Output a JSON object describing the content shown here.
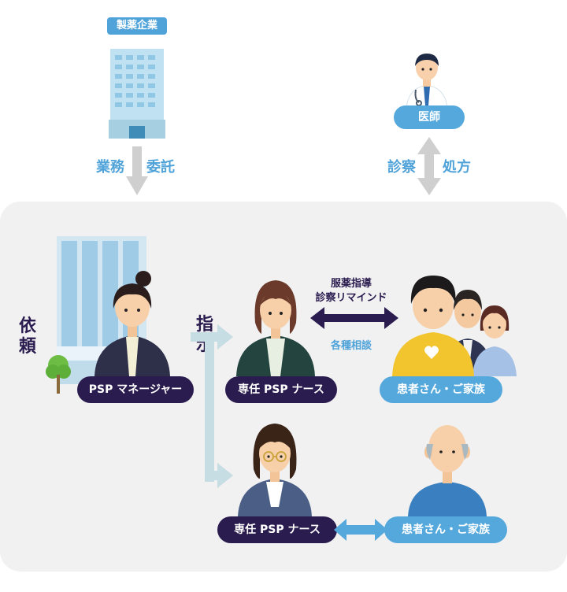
{
  "pharma": {
    "tag": "製薬企業"
  },
  "doctor": {
    "tag": "医師"
  },
  "labels": {
    "gyomu": "業務",
    "itaku": "委託",
    "shinsatsu": "診察",
    "shoho": "処方",
    "irai": "依頼",
    "shiji": "指示",
    "fukuyaku": "服薬指導",
    "remind": "診察リマインド",
    "soudan": "各種相談"
  },
  "pills": {
    "manager": "PSP マネージャー",
    "nurse1": "専任 PSP ナース",
    "patient1": "患者さん・ご家族",
    "nurse2": "専任 PSP ナース",
    "patient2": "患者さん・ご家族"
  },
  "colors": {
    "navy": "#2b1c4f",
    "blue": "#4fa3d9",
    "panel": "#f1f1f2",
    "arrowGray": "#cfcfcf"
  }
}
